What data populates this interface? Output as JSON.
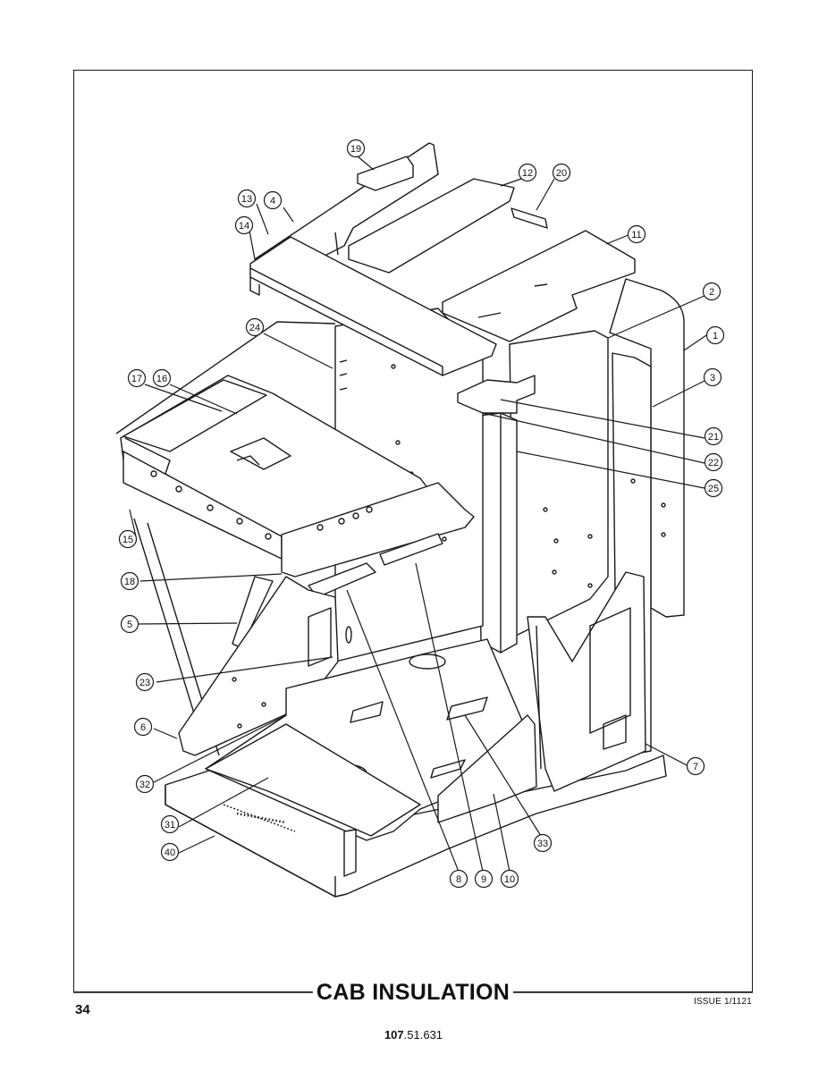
{
  "title": "CAB INSULATION",
  "page_number": "34",
  "issue": "ISSUE 1/1121",
  "part_number": {
    "bold": "107",
    "rest": ".51.631"
  },
  "callouts": [
    "1",
    "2",
    "3",
    "4",
    "5",
    "6",
    "7",
    "8",
    "9",
    "10",
    "11",
    "12",
    "13",
    "14",
    "15",
    "16",
    "17",
    "18",
    "19",
    "20",
    "21",
    "22",
    "23",
    "24",
    "25",
    "31",
    "32",
    "33",
    "40"
  ]
}
